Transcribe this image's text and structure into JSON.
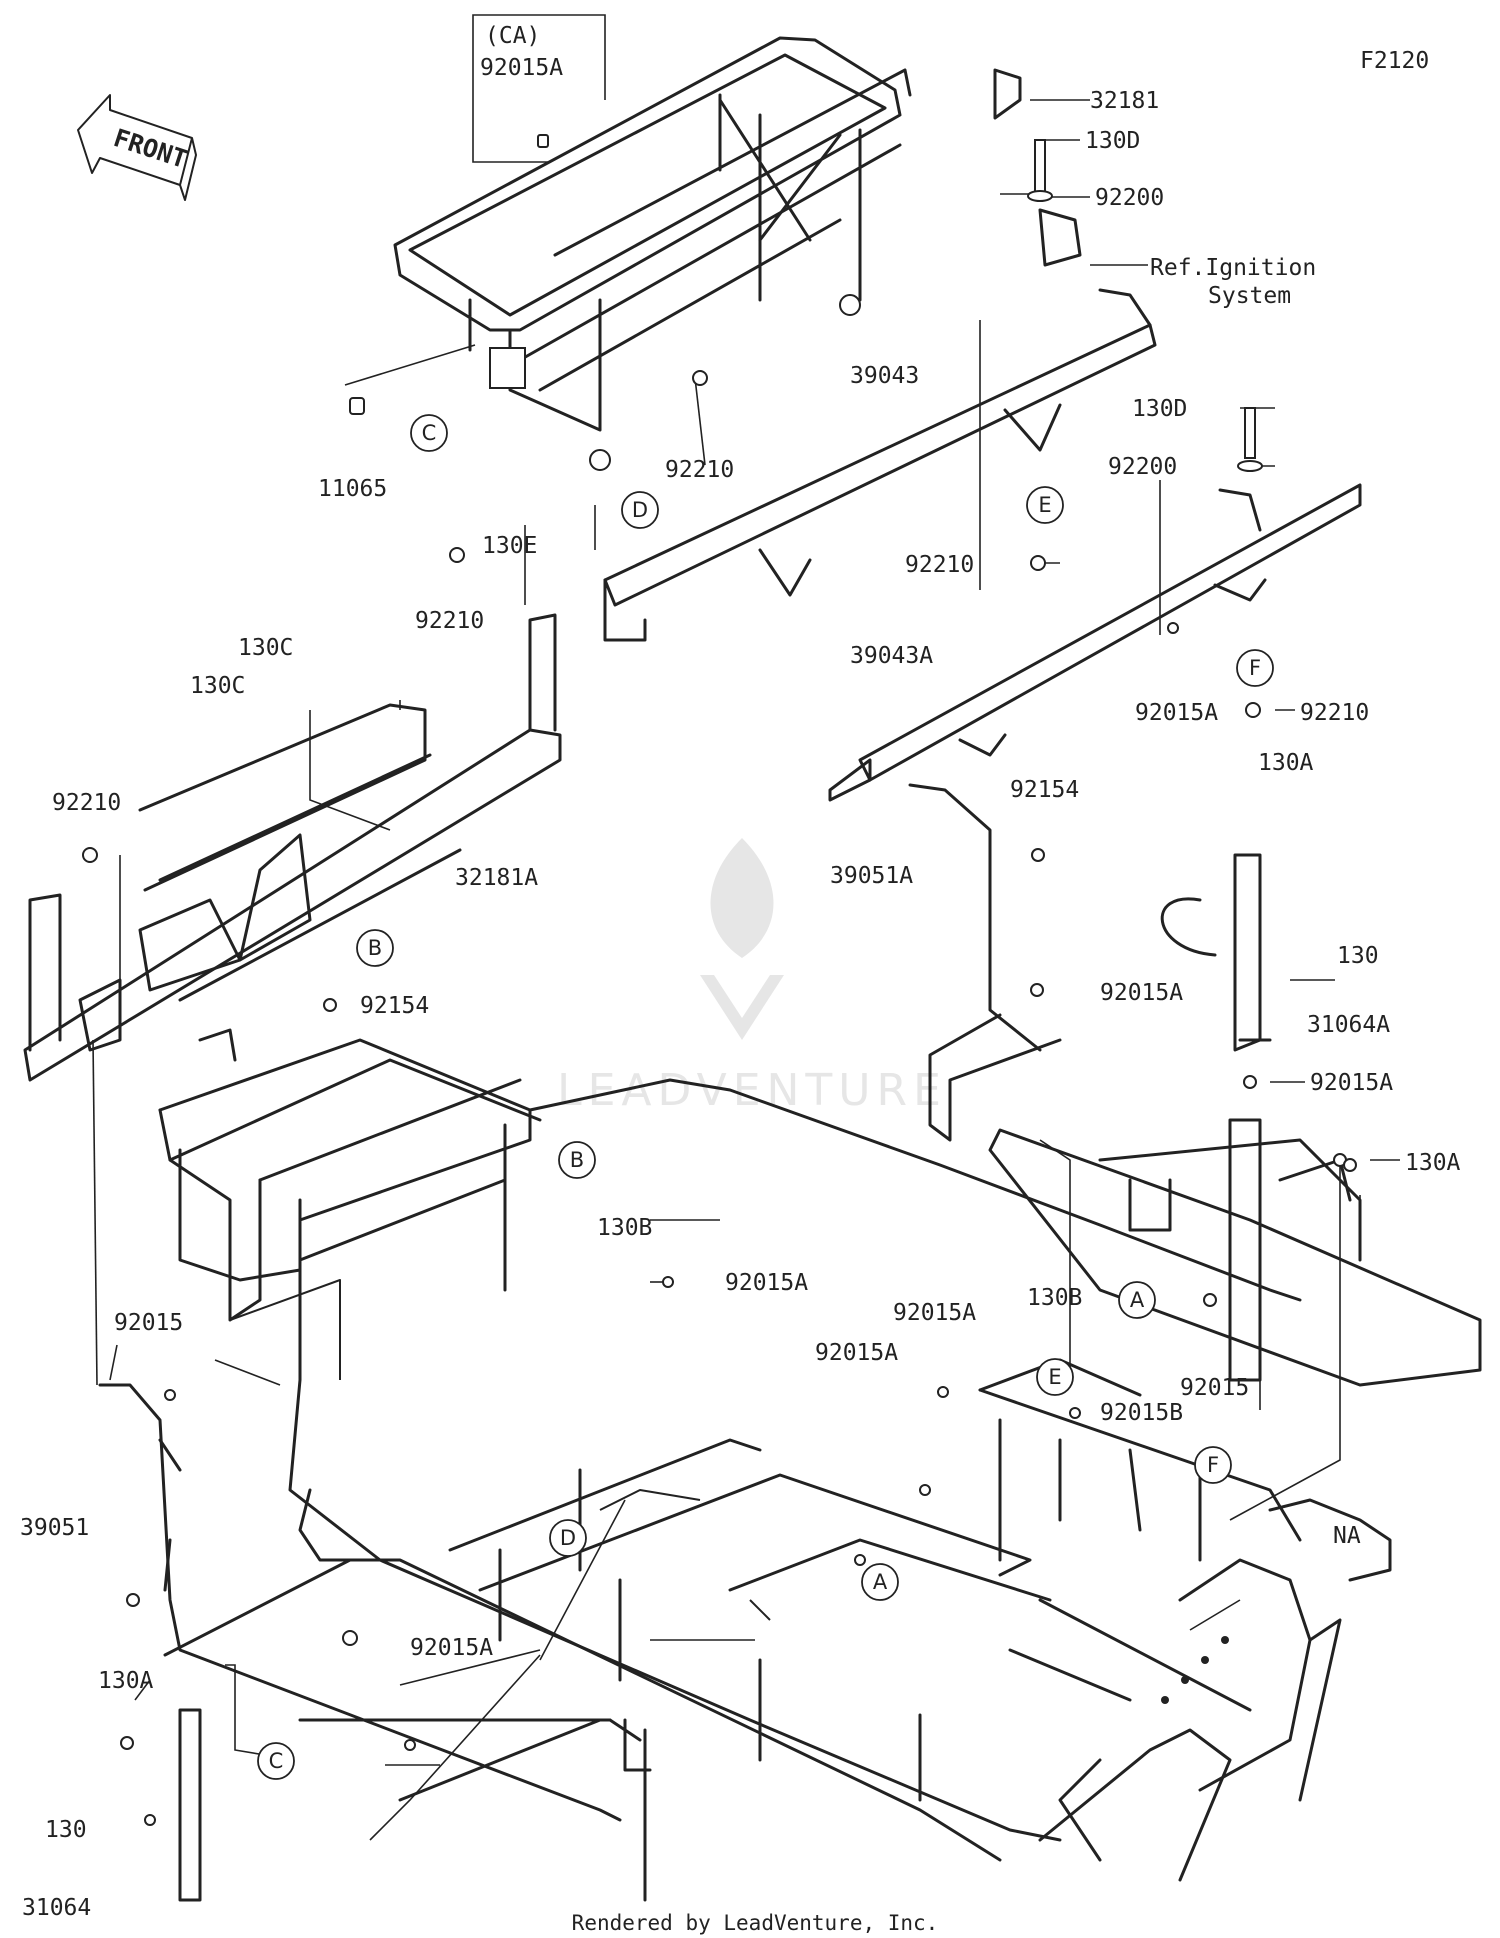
{
  "diagram_code": "F2120",
  "front_indicator": "FRONT",
  "ca_box_label": "(CA)",
  "watermark_text": "LEADVENTURE",
  "footer_credit": "Rendered by LeadVenture, Inc.",
  "ref_note": [
    "Ref.Ignition",
    "System"
  ],
  "part_labels": [
    "92015A",
    "32181",
    "130D",
    "92200",
    "11065",
    "92210",
    "130E",
    "39043",
    "130D",
    "92200",
    "92210",
    "92015A",
    "92210",
    "39043A",
    "92210",
    "130C",
    "130C",
    "92210",
    "32181A",
    "92154",
    "39051A",
    "130A",
    "130",
    "92015A",
    "31064A",
    "92015A",
    "92154",
    "130A",
    "130B",
    "92015A",
    "92015A",
    "92015A",
    "130B",
    "92015",
    "92015B",
    "39051",
    "NA",
    "92015",
    "92015A",
    "130A",
    "130",
    "31064"
  ],
  "callouts": [
    "C",
    "D",
    "E",
    "F",
    "B",
    "B",
    "A",
    "E",
    "F",
    "D",
    "A",
    "C"
  ],
  "colors": {
    "line": "#222222",
    "watermark": "#e6e6e6",
    "background": "#ffffff"
  }
}
